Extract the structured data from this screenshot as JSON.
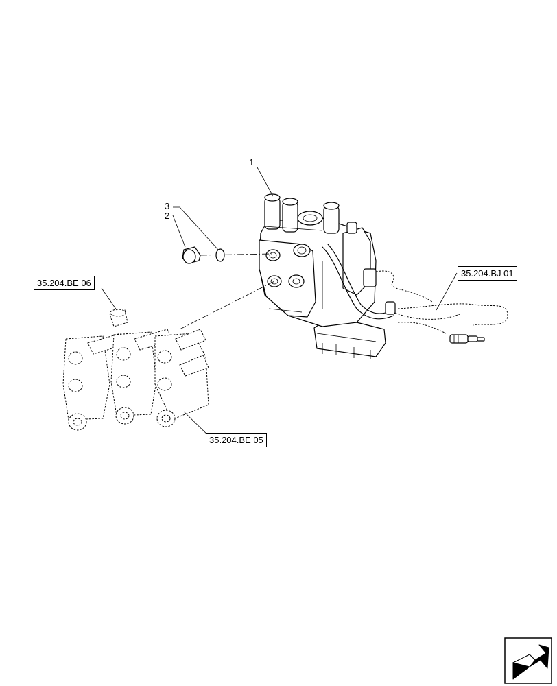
{
  "callouts": {
    "item_1": "1",
    "item_2": "2",
    "item_3": "3"
  },
  "references": {
    "be06": "35.204.BE 06",
    "be05": "35.204.BE 05",
    "bj01": "35.204.BJ 01"
  },
  "icons": {
    "nav": "next-page-arrow-icon"
  }
}
